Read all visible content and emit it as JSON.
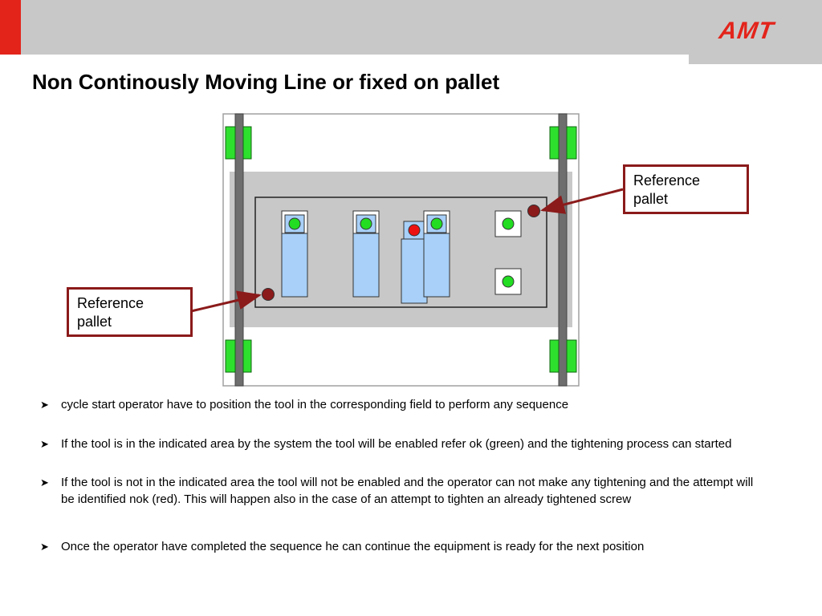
{
  "header": {
    "logo_text": "AMT",
    "accent_color": "#e3241b",
    "bar_color": "#c8c8c8"
  },
  "title": "Non Continously Moving Line or fixed on pallet",
  "diagram": {
    "callout_right": [
      "Reference",
      "pallet"
    ],
    "callout_left": [
      "Reference",
      "pallet"
    ],
    "ok_color": "#22dd22",
    "nok_color": "#ee1111",
    "reference_color": "#8b1a1a",
    "tool_color": "#a8d0f8"
  },
  "bullets": [
    {
      "icon": "arrow-bullet-icon",
      "text": "cycle start operator have to position the tool in the corresponding field to perform any sequence"
    },
    {
      "icon": "arrow-bullet-icon",
      "text": "If the tool is in the indicated area by the system the tool will be enabled refer ok (green) and the tightening process can started"
    },
    {
      "icon": "arrow-bullet-icon",
      "text": "If the tool is not in the indicated area the tool will not be enabled and the operator can not make any tightening and the attempt will be identified nok (red). This will happen also in the case of an attempt to tighten an already tightened screw"
    },
    {
      "icon": "arrow-bullet-icon",
      "text": "Once the operator have completed the sequence he can continue the equipment is ready for the next position"
    }
  ]
}
